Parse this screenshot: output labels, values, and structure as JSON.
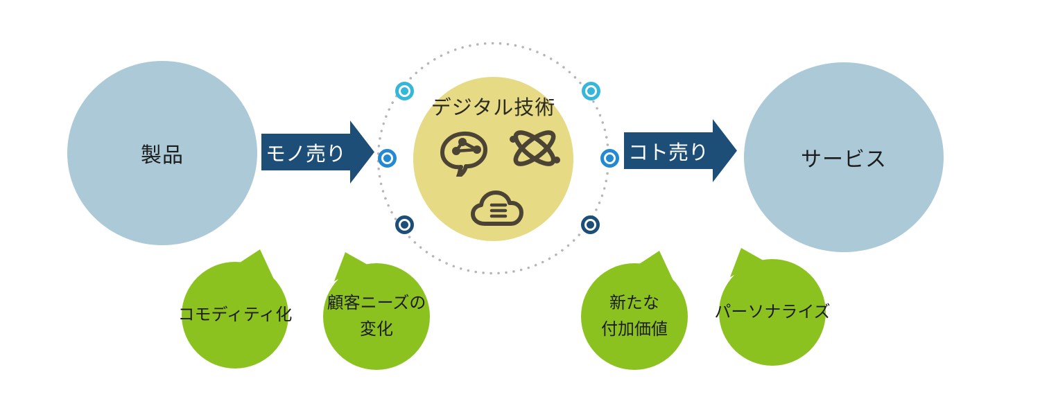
{
  "colors": {
    "circle-blue": "#abc9d7",
    "arrow-blue": "#1d4e78",
    "center-yellow": "#e7da84",
    "icon-dark": "#4b4435",
    "bubble-green": "#8cc220",
    "dot-gray": "#b5b5b5",
    "marker-cyan": "#35b7d9",
    "marker-blue": "#2289d2",
    "marker-navy": "#1c4f78",
    "text-dark": "#1c1c1c",
    "arrow-text": "#ffffff"
  },
  "flow": {
    "left_circle": {
      "label": "製品"
    },
    "left_arrow": {
      "label": "モノ売り"
    },
    "center_circle": {
      "title": "デジタル技術",
      "icons": [
        "ai-brain-icon",
        "atom-icon",
        "cloud-computing-icon"
      ],
      "markers": [
        "cyan",
        "cyan",
        "blue",
        "blue",
        "navy",
        "navy"
      ]
    },
    "right_arrow": {
      "label": "コト売り"
    },
    "right_circle": {
      "label": "サービス"
    }
  },
  "bubbles": [
    {
      "lines": [
        "コモディティ化"
      ],
      "tail": "right"
    },
    {
      "lines": [
        "顧客ニーズの",
        "変化"
      ],
      "tail": "left"
    },
    {
      "lines": [
        "新たな",
        "付加価値"
      ],
      "tail": "right"
    },
    {
      "lines": [
        "パーソナライズ"
      ],
      "tail": "left"
    }
  ]
}
